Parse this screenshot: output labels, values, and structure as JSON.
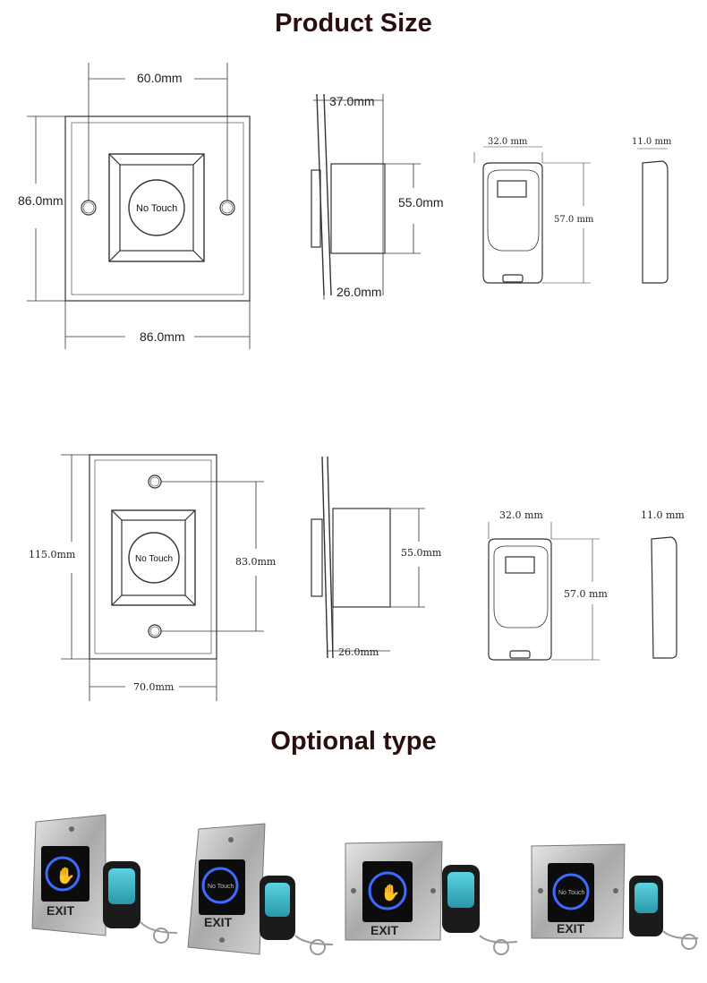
{
  "headings": {
    "product_size": "Product Size",
    "optional_type": "Optional type"
  },
  "product_1": {
    "button_label": "No Touch",
    "dims": {
      "hole_spacing": "60.0mm",
      "height": "86.0mm",
      "width": "86.0mm",
      "total_depth": "37.0mm",
      "body_height": "55.0mm",
      "body_depth": "26.0mm"
    }
  },
  "product_2": {
    "button_label": "No Touch",
    "dims": {
      "height": "115.0mm",
      "hole_spacing": "83.0mm",
      "width": "70.0mm",
      "body_height": "55.0mm",
      "body_depth": "26.0mm"
    }
  },
  "remote": {
    "width": "32.0 mm",
    "height": "57.0 mm",
    "thickness": "11.0 mm"
  },
  "remote_2": {
    "width": "32.0 mm",
    "height": "57.0 mm",
    "thickness": "11.0 mm"
  },
  "optional_items": [
    {
      "label": "EXIT",
      "icon": "hand-icon"
    },
    {
      "label": "EXIT",
      "icon": "no-touch-text",
      "button_text": "No Touch"
    },
    {
      "label": "EXIT",
      "icon": "hand-icon"
    },
    {
      "label": "EXIT",
      "icon": "no-touch-text",
      "button_text": "No Touch"
    }
  ],
  "colors": {
    "heading": "#2b0f0f",
    "steel": "#b9b9b9",
    "ring_blue": "#3d6bff",
    "remote_teal": "#37b6c8"
  }
}
